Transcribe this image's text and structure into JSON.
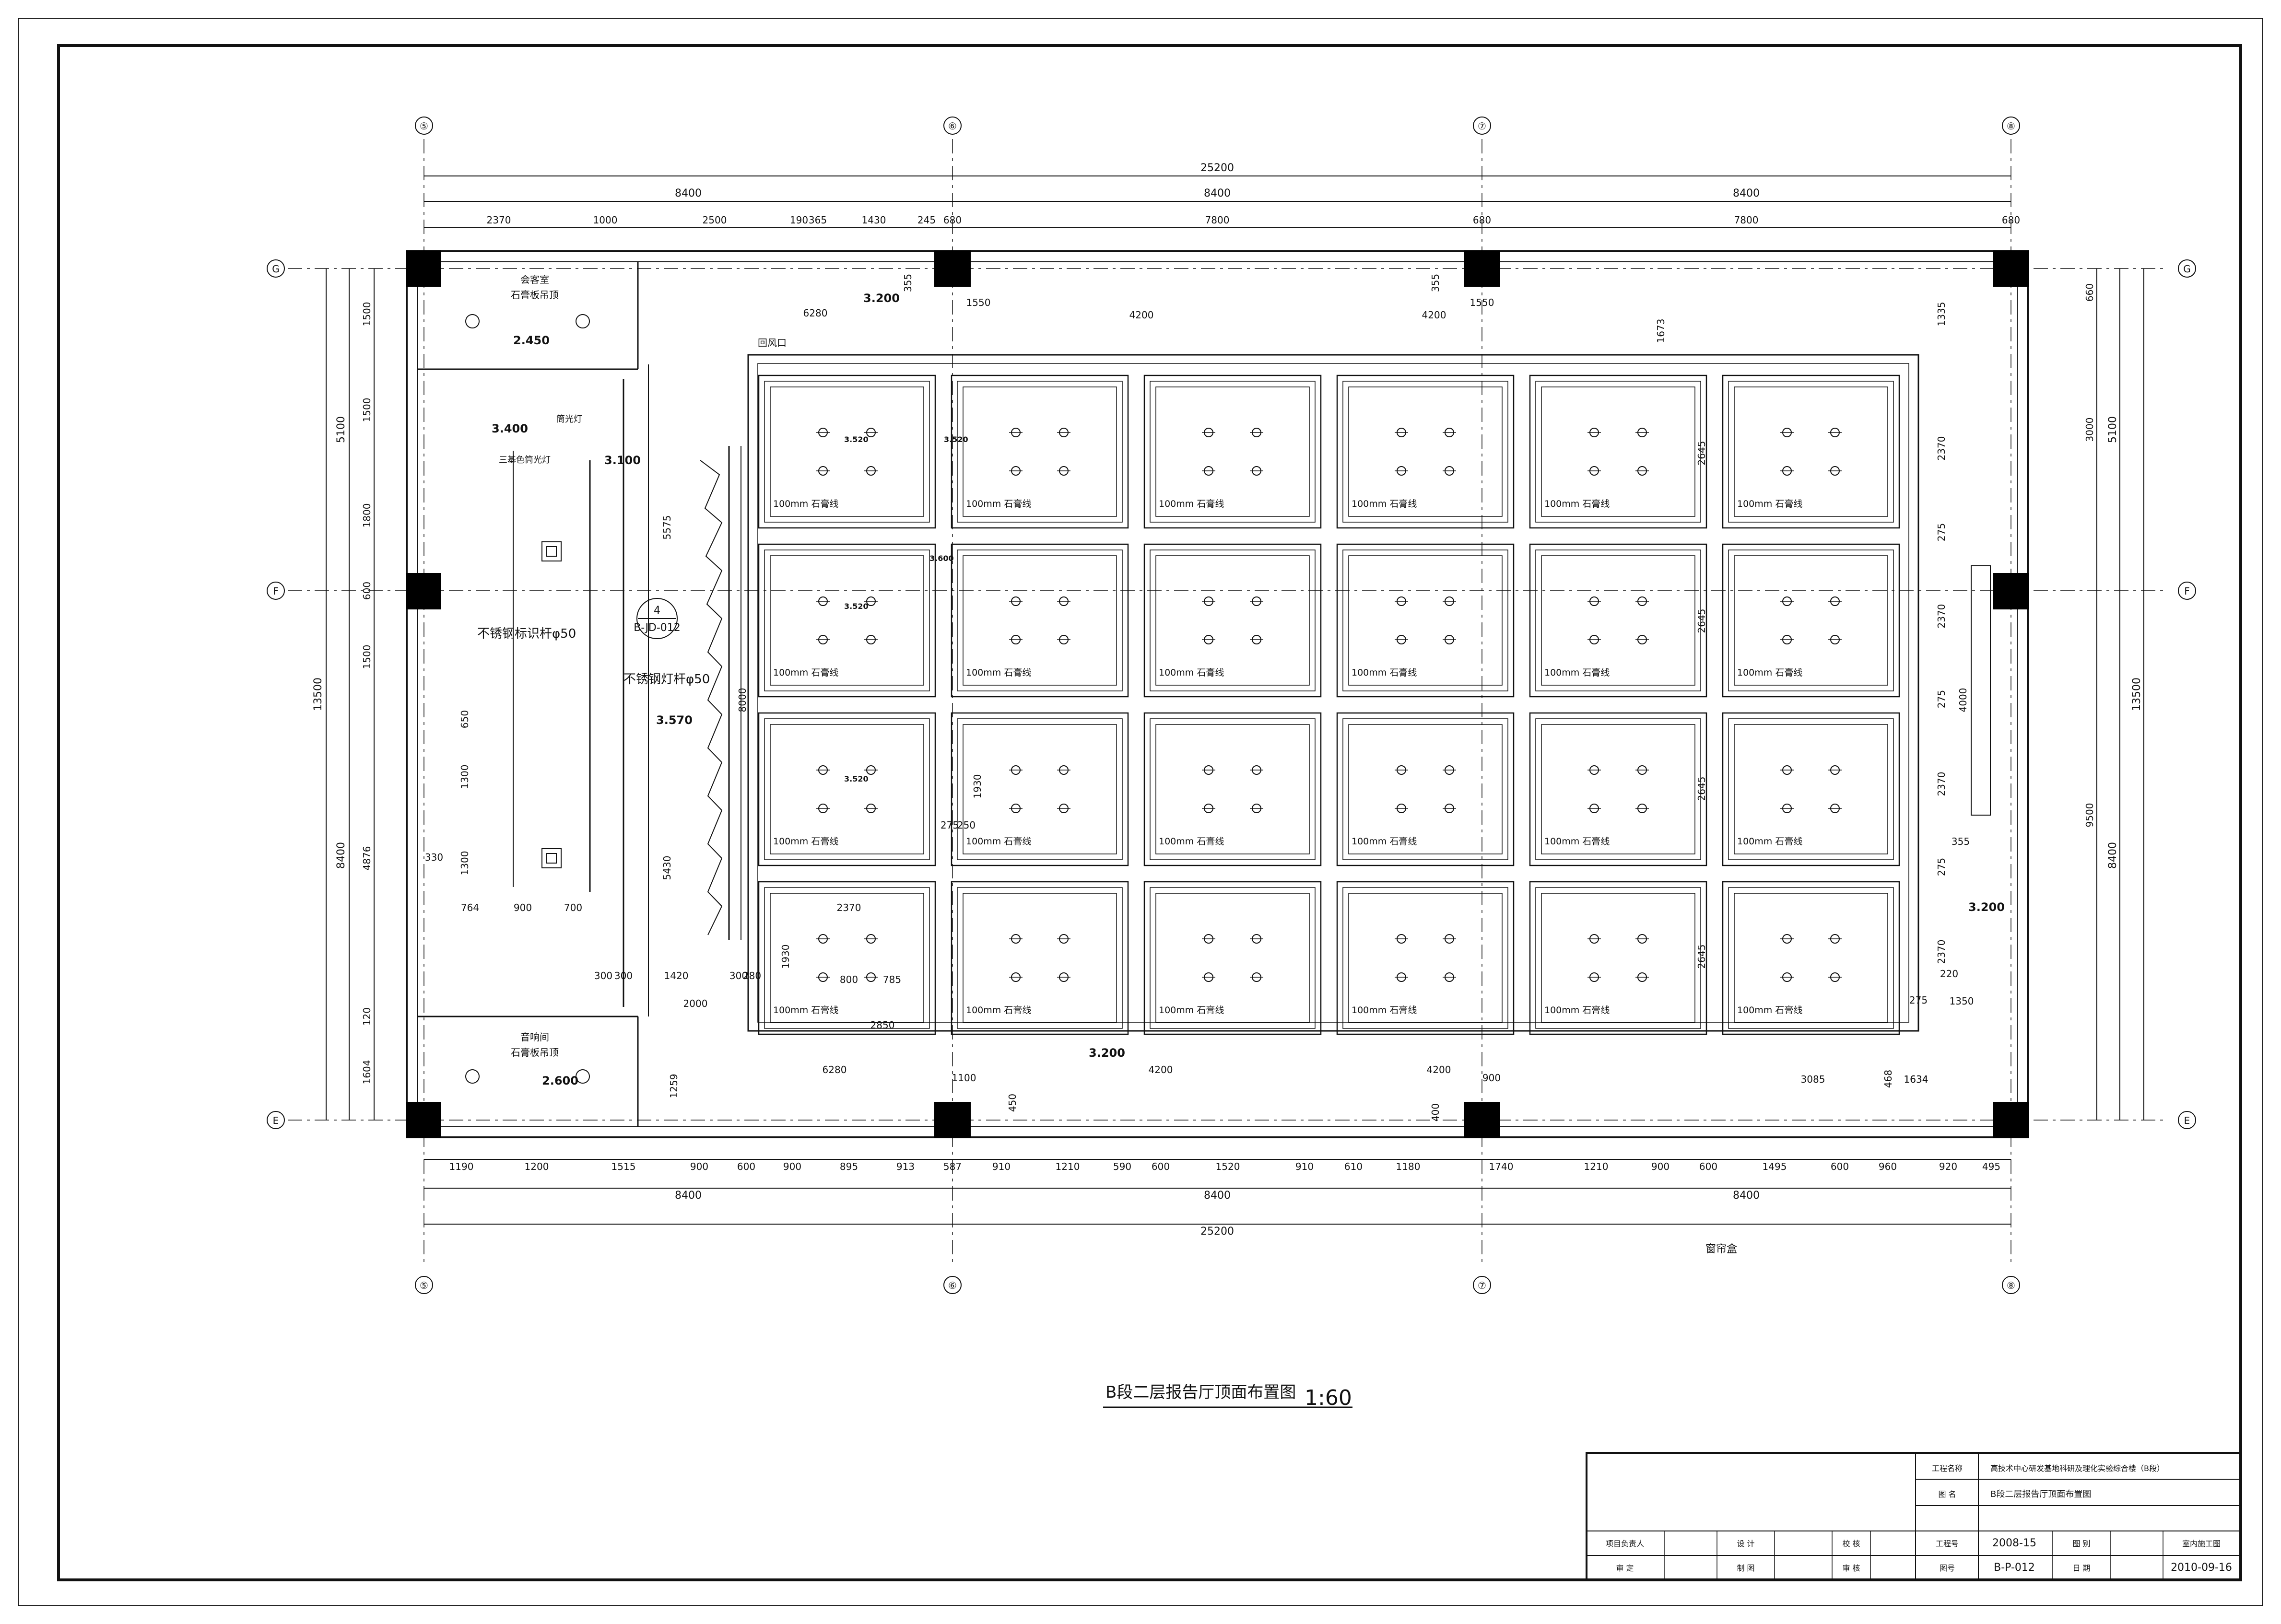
{
  "drawing_title": "B段二层报告厅顶面布置图",
  "scale": "1:60",
  "axes": {
    "columns": [
      "⑤",
      "⑥",
      "⑦",
      "⑧"
    ],
    "rows": [
      "G",
      "F",
      "E"
    ]
  },
  "dims_top": {
    "total": "25200",
    "bays": [
      "8400",
      "8400",
      "8400"
    ],
    "detail": [
      "2370",
      "1000",
      "2500",
      "190",
      "365",
      "1430",
      "245",
      "680",
      "7800",
      "680",
      "7800",
      "680"
    ]
  },
  "dims_bottom": {
    "detail": [
      "1190",
      "1200",
      "1515",
      "900",
      "600",
      "900",
      "895",
      "913",
      "587",
      "910",
      "1210",
      "590",
      "600",
      "1520",
      "910",
      "610",
      "1180",
      "1740",
      "1210",
      "900",
      "600",
      "1495",
      "600",
      "960",
      "920",
      "495"
    ],
    "bays": [
      "8400",
      "8400",
      "8400"
    ],
    "total": "25200"
  },
  "dims_left": {
    "total": "13500",
    "parts": [
      "5100",
      "8400"
    ],
    "detail": [
      "1500",
      "1500",
      "1800",
      "600",
      "1500",
      "4876",
      "120",
      "1604"
    ]
  },
  "dims_right": {
    "total": "13500",
    "parts": [
      "5100",
      "8400"
    ],
    "detail": [
      "660",
      "3000",
      "9500",
      "1335",
      "2370",
      "2370",
      "2370",
      "2370",
      "275",
      "275",
      "275",
      "4000",
      "355",
      "1634"
    ]
  },
  "levels": [
    "3.200",
    "2.450",
    "3.400",
    "3.100",
    "3.570",
    "3.200",
    "2.600",
    "3.200",
    "3.520",
    "3.520",
    "3.600",
    "3.520",
    "3.520"
  ],
  "rooms": {
    "top_left": {
      "name": "会客室",
      "ceiling": "石膏板吊顶"
    },
    "bottom_left": {
      "name": "音响间",
      "ceiling": "石膏板吊顶"
    }
  },
  "notes": {
    "back_vent": "回风口",
    "lamp_a": "筒光灯",
    "lamp_b": "三基色筒光灯",
    "rail_a": "不锈钢标识杆φ50",
    "rail_b": "不锈钢灯杆φ50",
    "coffer_label": "100mm 石膏线",
    "curtain_box": "窗帘盒",
    "detail_ref_num": "4",
    "detail_ref_sheet": "B-JD-012"
  },
  "inner_dims": [
    "6280",
    "4200",
    "4200",
    "1550",
    "1550",
    "355",
    "355",
    "1673",
    "5575",
    "8000",
    "5430",
    "2645",
    "2645",
    "2645",
    "2645",
    "650",
    "1300",
    "1300",
    "330",
    "764",
    "900",
    "700",
    "300",
    "300",
    "1420",
    "300",
    "280",
    "2000",
    "2370",
    "1930",
    "1930",
    "800",
    "785",
    "275",
    "250",
    "6280",
    "4200",
    "4200",
    "1100",
    "900",
    "450",
    "400",
    "1259",
    "3085",
    "468",
    "1350",
    "275",
    "220",
    "2850",
    "1634"
  ],
  "title_block": {
    "project_label": "工程名称",
    "project_value": "高技术中心研发基地科研及理化实验综合楼（B段）",
    "drawing_label": "图 名",
    "drawing_value": "B段二层报告厅顶面布置图",
    "project_no_label": "工程号",
    "project_no": "2008-15",
    "sheet_no_label": "图号",
    "sheet_no": "B-P-012",
    "stage_label": "图 别",
    "stage_value": "室内施工图",
    "date_label": "日 期",
    "date": "2010-09-16",
    "roles": [
      "项目负责人",
      "设 计",
      "校 核",
      "审 定",
      "制 图",
      "审 核"
    ]
  }
}
